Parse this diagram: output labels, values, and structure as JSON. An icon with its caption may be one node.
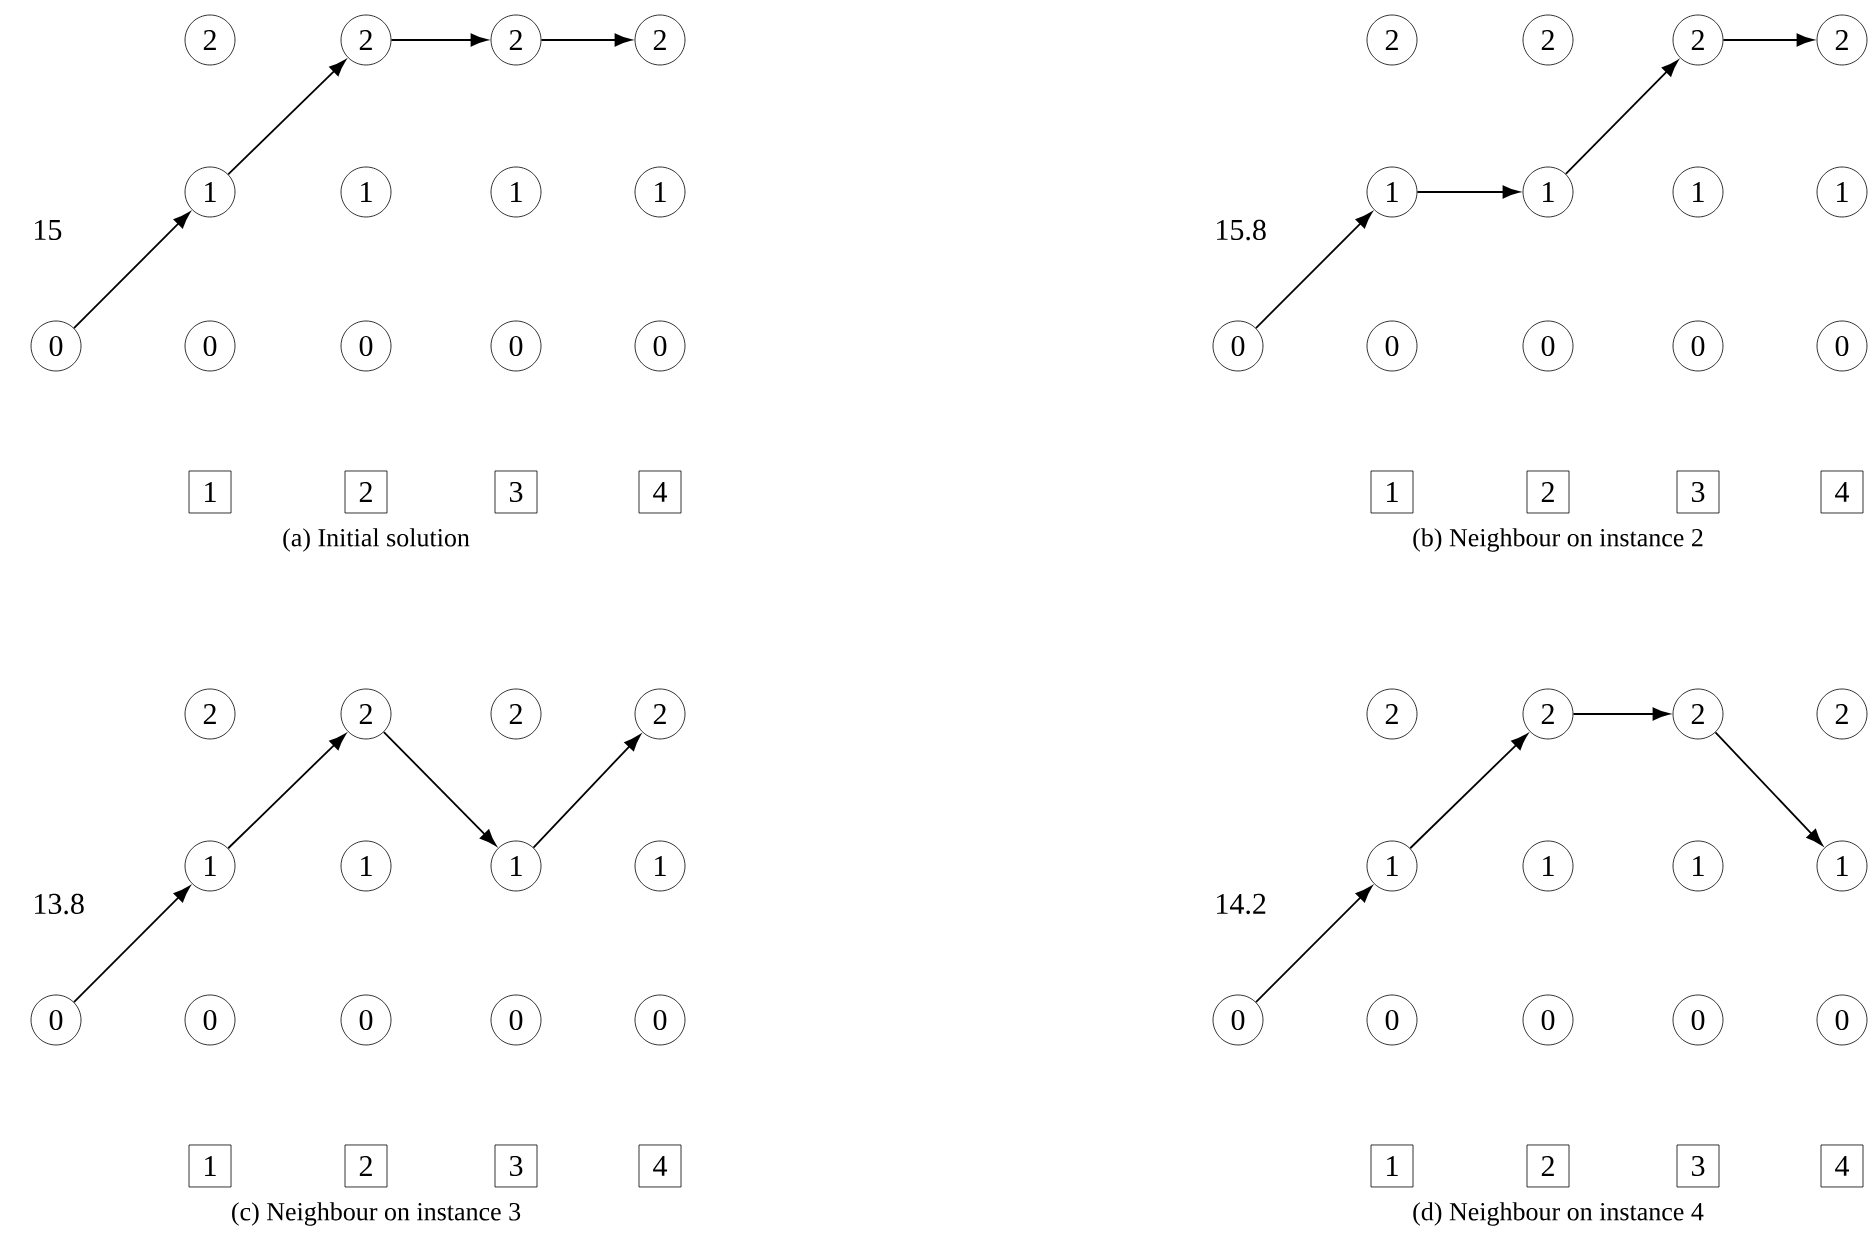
{
  "diagram": {
    "nodes": [
      {
        "text": [
          "2"
        ]
      },
      {
        "text": [
          "2"
        ]
      },
      {
        "text": [
          "2"
        ]
      },
      {
        "text": [
          "2"
        ]
      },
      {
        "text": [
          "1"
        ]
      },
      {
        "text": [
          "1"
        ]
      },
      {
        "text": [
          "1"
        ]
      },
      {
        "text": [
          "1"
        ]
      },
      {
        "text": [
          "0"
        ]
      },
      {
        "text": [
          "0"
        ]
      },
      {
        "text": [
          "0"
        ]
      },
      {
        "text": [
          "0"
        ]
      },
      {
        "text": [
          "0"
        ]
      },
      {
        "text": [
          "1"
        ]
      },
      {
        "text": [
          "2"
        ]
      },
      {
        "text": [
          "3"
        ]
      },
      {
        "text": [
          "4"
        ]
      },
      {
        "text": [
          "2"
        ]
      },
      {
        "text": [
          "2"
        ]
      },
      {
        "text": [
          "2"
        ]
      },
      {
        "text": [
          "2"
        ]
      },
      {
        "text": [
          "1"
        ]
      },
      {
        "text": [
          "1"
        ]
      },
      {
        "text": [
          "1"
        ]
      },
      {
        "text": [
          "1"
        ]
      },
      {
        "text": [
          "0"
        ]
      },
      {
        "text": [
          "0"
        ]
      },
      {
        "text": [
          "0"
        ]
      },
      {
        "text": [
          "0"
        ]
      },
      {
        "text": [
          "0"
        ]
      },
      {
        "text": [
          "1"
        ]
      },
      {
        "text": [
          "2"
        ]
      },
      {
        "text": [
          "3"
        ]
      },
      {
        "text": [
          "4"
        ]
      },
      {
        "text": [
          "2"
        ]
      },
      {
        "text": [
          "2"
        ]
      },
      {
        "text": [
          "2"
        ]
      },
      {
        "text": [
          "2"
        ]
      },
      {
        "text": [
          "1"
        ]
      },
      {
        "text": [
          "1"
        ]
      },
      {
        "text": [
          "1"
        ]
      },
      {
        "text": [
          "1"
        ]
      },
      {
        "text": [
          "0"
        ]
      },
      {
        "text": [
          "0"
        ]
      },
      {
        "text": [
          "0"
        ]
      },
      {
        "text": [
          "0"
        ]
      },
      {
        "text": [
          "0"
        ]
      },
      {
        "text": [
          "1"
        ]
      },
      {
        "text": [
          "2"
        ]
      },
      {
        "text": [
          "3"
        ]
      },
      {
        "text": [
          "4"
        ]
      },
      {
        "text": [
          "2"
        ]
      },
      {
        "text": [
          "2"
        ]
      },
      {
        "text": [
          "2"
        ]
      },
      {
        "text": [
          "2"
        ]
      },
      {
        "text": [
          "1"
        ]
      },
      {
        "text": [
          "1"
        ]
      },
      {
        "text": [
          "1"
        ]
      },
      {
        "text": [
          "1"
        ]
      },
      {
        "text": [
          "0"
        ]
      },
      {
        "text": [
          "0"
        ]
      },
      {
        "text": [
          "0"
        ]
      },
      {
        "text": [
          "0"
        ]
      },
      {
        "text": [
          "0"
        ]
      },
      {
        "text": [
          "1"
        ]
      },
      {
        "text": [
          "2"
        ]
      },
      {
        "text": [
          "3"
        ]
      },
      {
        "text": [
          "4"
        ]
      }
    ],
    "edges": [
      {
        "from": 8,
        "to": 4,
        "arrow": "to"
      },
      {
        "from": 4,
        "to": 1,
        "arrow": "to"
      },
      {
        "from": 1,
        "to": 2,
        "arrow": "to"
      },
      {
        "from": 2,
        "to": 3,
        "arrow": "to"
      },
      {
        "from": 25,
        "to": 21,
        "arrow": "to"
      },
      {
        "from": 21,
        "to": 22,
        "arrow": "to"
      },
      {
        "from": 22,
        "to": 19,
        "arrow": "to"
      },
      {
        "from": 19,
        "to": 20,
        "arrow": "to"
      },
      {
        "from": 42,
        "to": 38,
        "arrow": "to"
      },
      {
        "from": 38,
        "to": 35,
        "arrow": "to"
      },
      {
        "from": 35,
        "to": 40,
        "arrow": "to"
      },
      {
        "from": 40,
        "to": 37,
        "arrow": "to"
      },
      {
        "from": 59,
        "to": 55,
        "arrow": "to"
      },
      {
        "from": 55,
        "to": 52,
        "arrow": "to"
      },
      {
        "from": 52,
        "to": 53,
        "arrow": "to"
      },
      {
        "from": 53,
        "to": 58,
        "arrow": "to"
      }
    ],
    "labels": [
      "15",
      "15.8",
      "(a) Initial solution",
      "(b) Neighbour on instance 2",
      "13.8",
      "14.2",
      "(c) Neighbour on instance 3",
      "(d) Neighbour on instance 4"
    ]
  }
}
